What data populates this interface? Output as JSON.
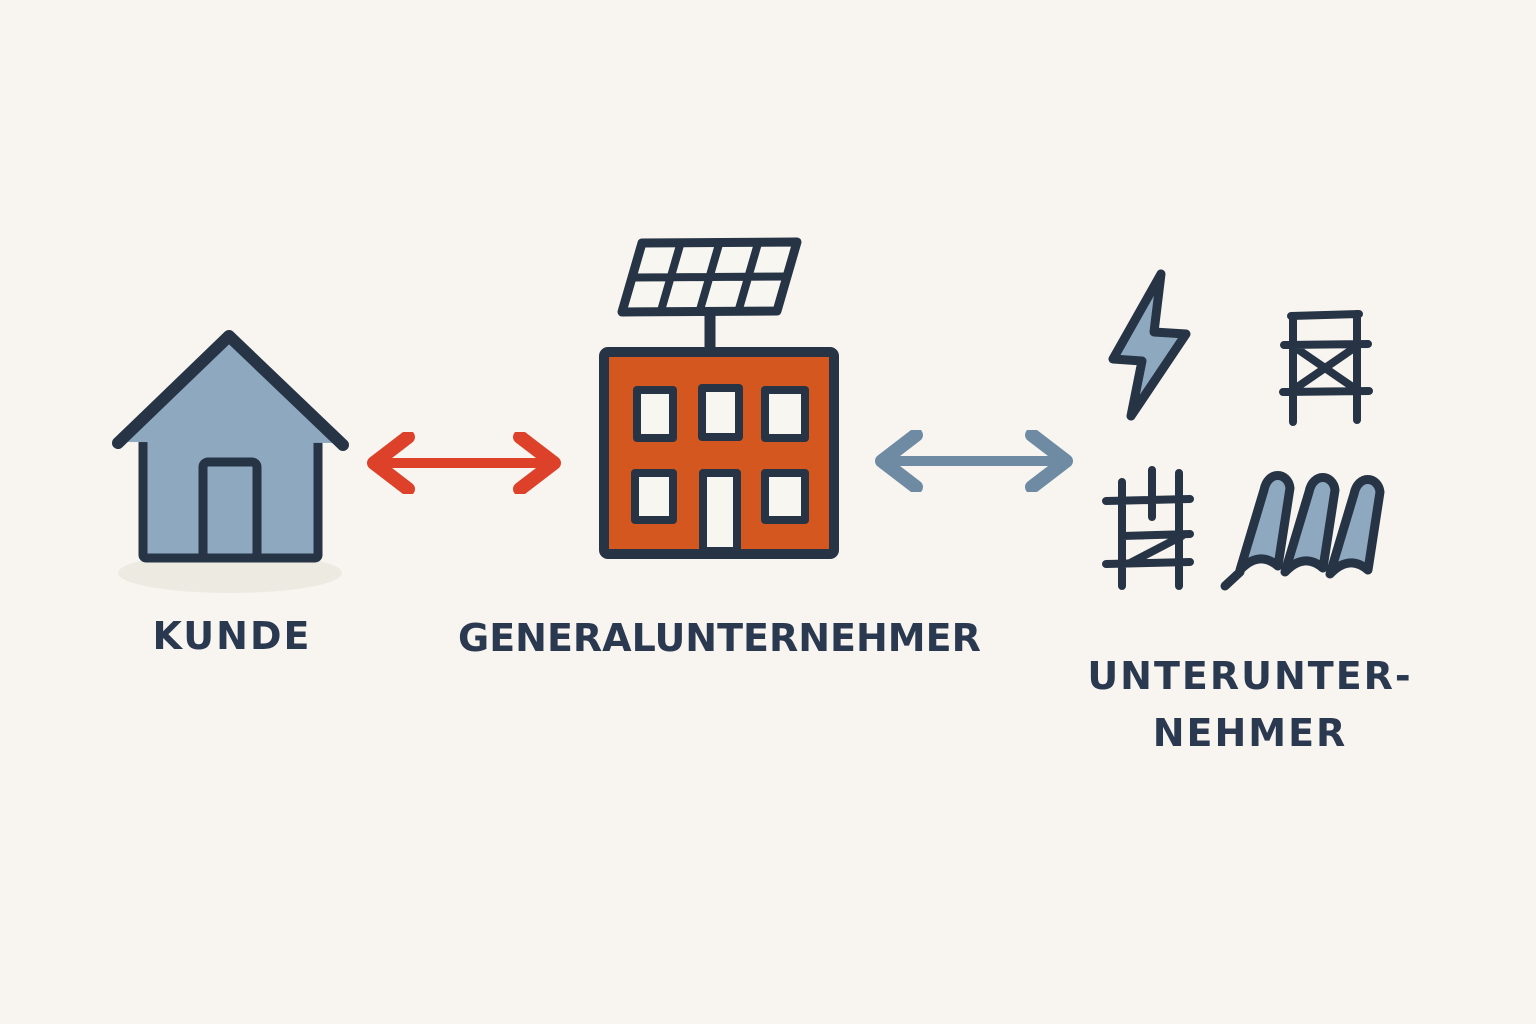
{
  "colors": {
    "background": "#f8f5f0",
    "outline": "#263445",
    "text": "#2b3950",
    "house_fill": "#8ea9bf",
    "building_fill": "#d4571f",
    "red_arrow": "#de4129",
    "blue_arrow": "#6f8ba4",
    "shadow": "#edeae1",
    "window_fill": "#f8f6f1"
  },
  "nodes": {
    "kunde": {
      "label": "KUNDE",
      "icon": "house-icon"
    },
    "generalunternehmer": {
      "label": "GENERALUNTERNEHMER",
      "icon": "building-with-solar-panel-icon"
    },
    "unterunternehmer": {
      "label_line1": "UNTERUNTER-",
      "label_line2": "NEHMER",
      "icons": [
        "lightning-icon",
        "scaffold-tower-icon",
        "scaffold-icon",
        "roof-tiles-icon"
      ]
    }
  },
  "connections": [
    {
      "from": "kunde",
      "to": "generalunternehmer",
      "type": "double-arrow",
      "color_key": "red_arrow"
    },
    {
      "from": "generalunternehmer",
      "to": "unterunternehmer",
      "type": "double-arrow",
      "color_key": "blue_arrow"
    }
  ]
}
